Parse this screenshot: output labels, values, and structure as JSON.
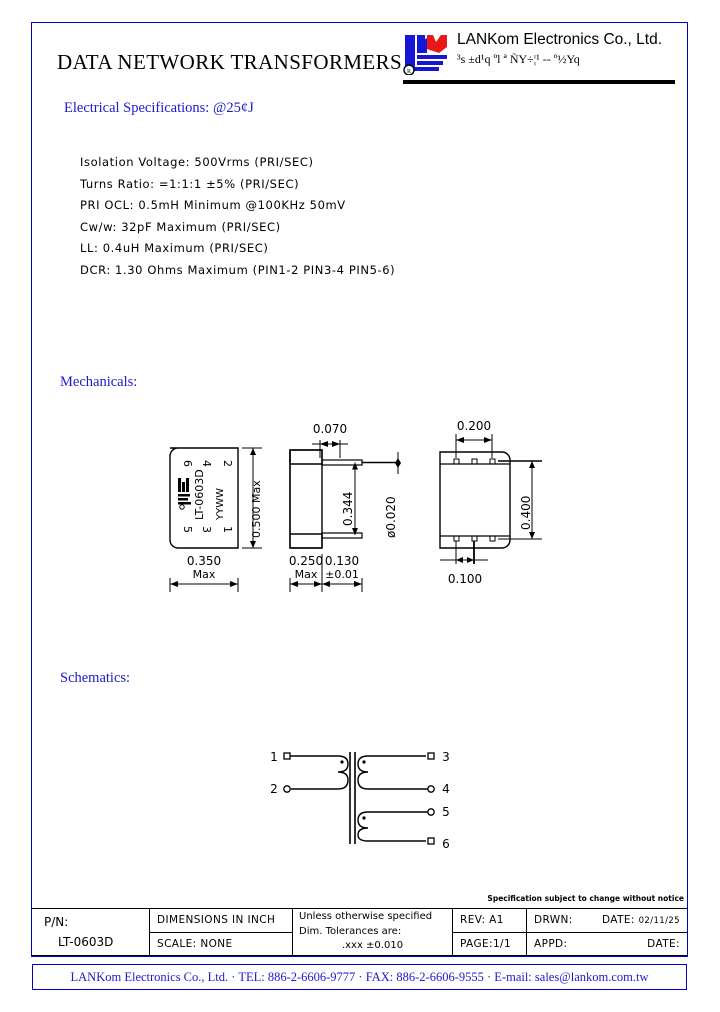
{
  "document": {
    "title": "DATA NETWORK TRANSFORMERS"
  },
  "brand": {
    "logo_icon": "lankom-logo-icon",
    "name": "LANKom Electronics Co., Ltd.",
    "subtitle": "³s ±d¹q ºl ª ÑY÷¦¹ -- º½Yq"
  },
  "sections": {
    "electrical_heading": "Electrical Specifications: @25¢J",
    "mechanicals_heading": "Mechanicals:",
    "schematics_heading": "Schematics:"
  },
  "specs": [
    "Isolation  Voltage:  500Vrms  (PRI/SEC)",
    "Turns  Ratio:  =1:1:1  ±5%  (PRI/SEC)",
    "PRI  OCL:  0.5mH  Minimum  @100KHz  50mV",
    "Cw/w:  32pF  Maximum  (PRI/SEC)",
    "LL:  0.4uH  Maximum  (PRI/SEC)",
    "DCR:  1.30  Ohms  Maximum  (PIN1-2  PIN3-4  PIN5-6)"
  ],
  "mechanical": {
    "front_view": {
      "part_label": "LT-0603D",
      "date_code_label": "YYWW",
      "pins_top": [
        "6",
        "4",
        "2"
      ],
      "pins_bottom": [
        "5",
        "3",
        "1"
      ],
      "width_dim": "0.350",
      "width_note": "Max",
      "height_dim": "0.500  Max"
    },
    "side_view": {
      "lead_pitch_dim": "0.070",
      "body_depth_dim": "0.250",
      "body_depth_note": "Max",
      "lead_dim": "0.130",
      "lead_tol": "±0.01",
      "seated_height_dim": "0.344",
      "lead_thickness_dim": "ø0.020"
    },
    "top_view": {
      "pin_span_dim": "0.200",
      "body_width_dim": "0.400",
      "pin_pitch_dim": "0.100"
    }
  },
  "schematic": {
    "pins_left": [
      "1",
      "2"
    ],
    "pins_right": [
      "3",
      "4",
      "5",
      "6"
    ]
  },
  "title_block": {
    "spec_note": "Specification subject to change without notice",
    "pn_label": "P/N:",
    "pn_value": "LT-0603D",
    "dimensions_label": "DIMENSIONS  IN  INCH",
    "scale_label": "SCALE: NONE",
    "tolerance_line1": "Unless  otherwise  specified",
    "tolerance_line2": "Dim. Tolerances  are:",
    "tolerance_line3": ".xxx  ±0.010",
    "rev_label": "REV: A1",
    "page_label": "PAGE:1/1",
    "drwn_label": "DRWN:",
    "drwn_date_label": "DATE:",
    "drwn_date_value": "02/11/25",
    "appd_label": "APPD:",
    "appd_date_label": "DATE:"
  },
  "footer": {
    "contact": "LANKom Electronics Co., Ltd.  ·  TEL: 886-2-6606-9777 ·  FAX: 886-2-6606-9555 ·  E-mail: sales@lankom.com.tw"
  },
  "colors": {
    "accent_blue": "#1a1ad0",
    "frame_blue": "#0000c8",
    "logo_blue": "#1616d6",
    "logo_red": "#e81818",
    "line_black": "#000000"
  }
}
